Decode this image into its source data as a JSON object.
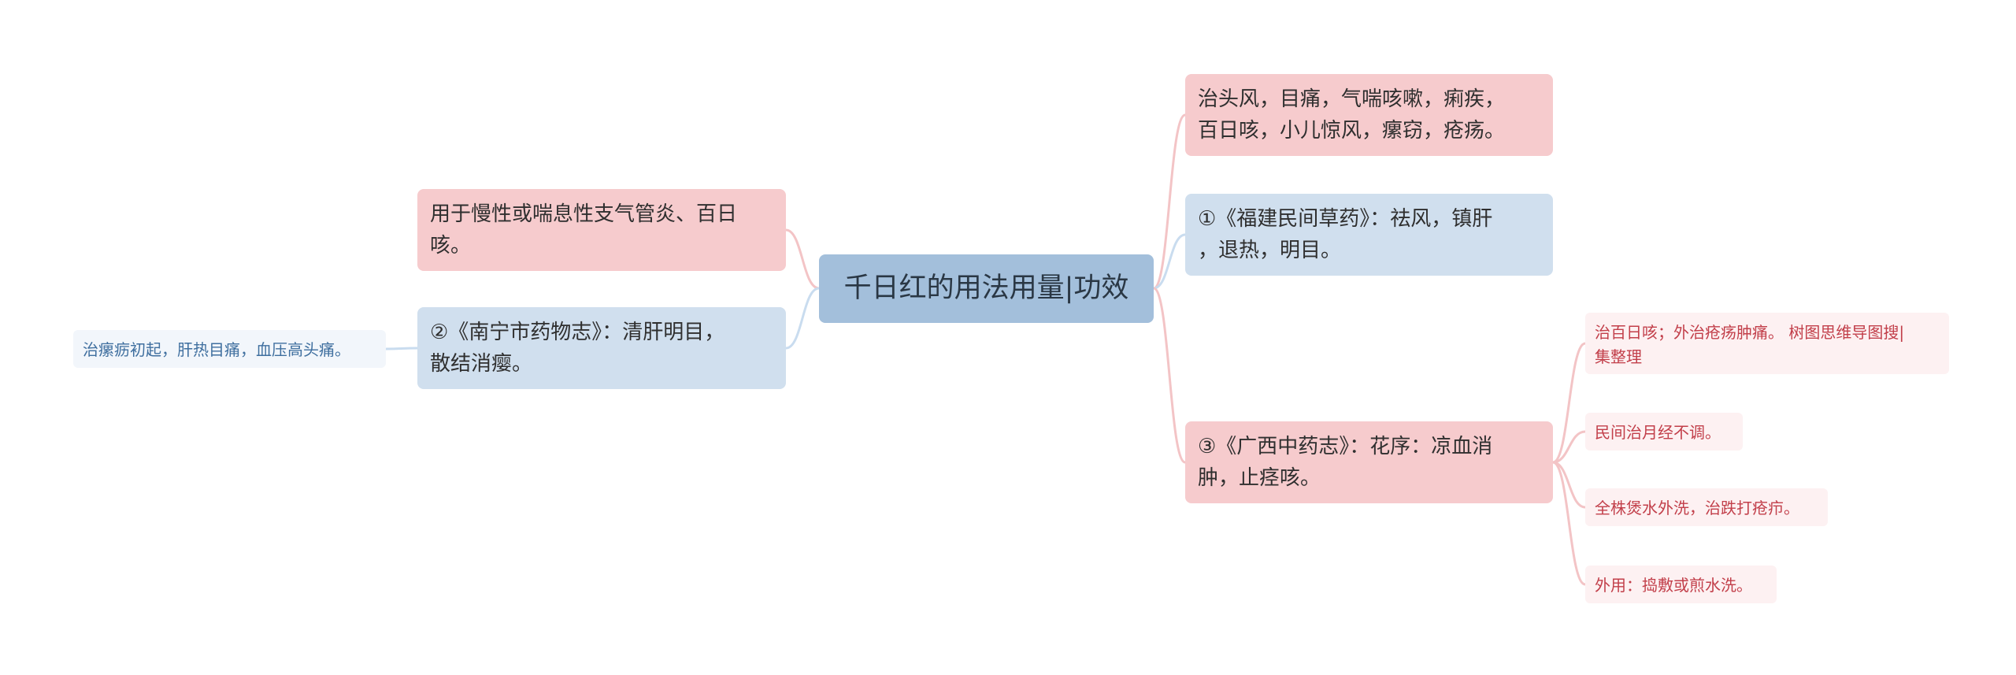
{
  "colors": {
    "root_bg": "#a3bfdb",
    "pink_node": "#f6cbcd",
    "blue_node": "#d0dfee",
    "pink_leaf_bg": "#fdf1f2",
    "pink_leaf_text": "#c23f4a",
    "blue_leaf_bg": "#f2f6fb",
    "blue_leaf_text": "#3f6f9f",
    "pink_link": "#f3c4c6",
    "blue_link": "#c9dcef"
  },
  "root": {
    "label": "千日红的用法用量|功效"
  },
  "left": [
    {
      "label": "用于慢性或喘息性支气管炎、百日\n咳。",
      "children": []
    },
    {
      "label": "②《南宁市药物志》：清肝明目，\n散结消瘿。",
      "children": [
        {
          "label": "治瘰疬初起，肝热目痛，血压高头痛。"
        }
      ]
    }
  ],
  "right": [
    {
      "label": "治头风，目痛，气喘咳嗽，痢疾，\n百日咳，小儿惊风，瘰窃，疮疡。",
      "children": []
    },
    {
      "label": "①《福建民间草药》：祛风，镇肝\n，退热，明目。",
      "children": []
    },
    {
      "label": "③《广西中药志》：花序：凉血消\n肿，止痉咳。",
      "children": [
        {
          "label": "治百日咳；外治疮疡肿痛。 树图思维导图搜|\n集整理"
        },
        {
          "label": "民间治月经不调。"
        },
        {
          "label": "全株煲水外洗，治跌打疮疖。"
        },
        {
          "label": "外用：捣敷或煎水洗。"
        }
      ]
    }
  ]
}
